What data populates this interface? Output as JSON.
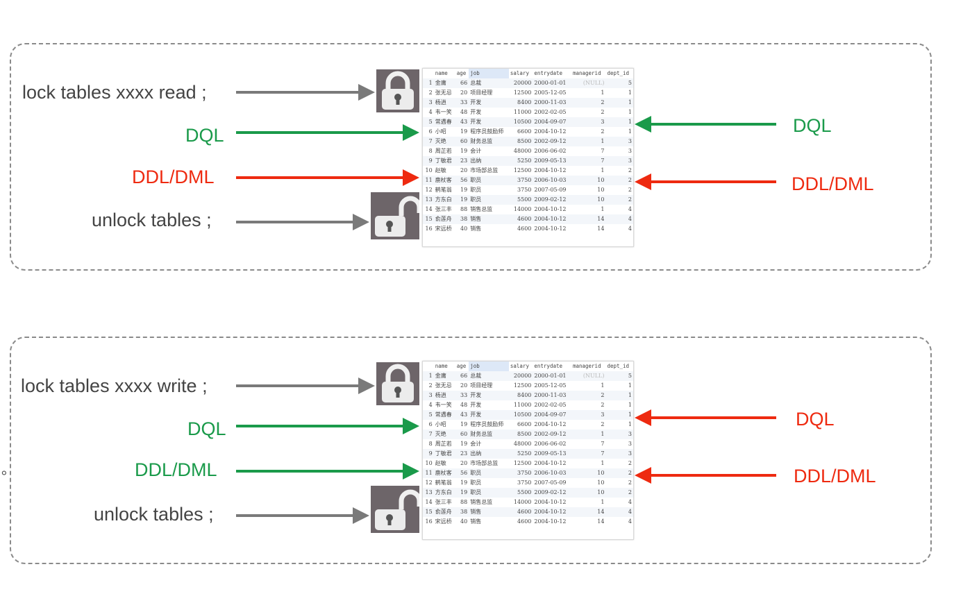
{
  "panels": [
    {
      "lock_cmd": "lock tables xxxx read ;",
      "left_dql": "DQL",
      "left_dml": "DDL/DML",
      "unlock_cmd": "unlock tables ;",
      "right_dql": "DQL",
      "right_dml": "DDL/DML",
      "colors": {
        "left_dql": "#1a9a4a",
        "left_dml": "#ee2a10",
        "right_dql": "#1a9a4a",
        "right_dml": "#ee2a10"
      }
    },
    {
      "lock_cmd": "lock tables xxxx write ;",
      "left_dql": "DQL",
      "left_dml": "DDL/DML",
      "unlock_cmd": "unlock tables ;",
      "right_dql": "DQL",
      "right_dml": "DDL/DML",
      "colors": {
        "left_dql": "#1a9a4a",
        "left_dml": "#1a9a4a",
        "right_dql": "#ee2a10",
        "right_dml": "#ee2a10"
      }
    }
  ],
  "stray_mark": "。",
  "table": {
    "headers": [
      "name",
      "age",
      "job",
      "salary",
      "entrydate",
      "managerid",
      "dept_id"
    ],
    "rows": [
      [
        "1",
        "金庸",
        "66",
        "总裁",
        "20000",
        "2000-01-01",
        "(NULL)",
        "5"
      ],
      [
        "2",
        "张无忌",
        "20",
        "项目经理",
        "12500",
        "2005-12-05",
        "1",
        "1"
      ],
      [
        "3",
        "杨逍",
        "33",
        "开发",
        "8400",
        "2000-11-03",
        "2",
        "1"
      ],
      [
        "4",
        "韦一笑",
        "48",
        "开发",
        "11000",
        "2002-02-05",
        "2",
        "1"
      ],
      [
        "5",
        "常遇春",
        "43",
        "开发",
        "10500",
        "2004-09-07",
        "3",
        "1"
      ],
      [
        "6",
        "小昭",
        "19",
        "程序员鼓励师",
        "6600",
        "2004-10-12",
        "2",
        "1"
      ],
      [
        "7",
        "灭绝",
        "60",
        "财务总监",
        "8500",
        "2002-09-12",
        "1",
        "3"
      ],
      [
        "8",
        "周芷若",
        "19",
        "会计",
        "48000",
        "2006-06-02",
        "7",
        "3"
      ],
      [
        "9",
        "丁敏君",
        "23",
        "出纳",
        "5250",
        "2009-05-13",
        "7",
        "3"
      ],
      [
        "10",
        "赵敏",
        "20",
        "市场部总监",
        "12500",
        "2004-10-12",
        "1",
        "2"
      ],
      [
        "11",
        "鹿杖客",
        "56",
        "职员",
        "3750",
        "2006-10-03",
        "10",
        "2"
      ],
      [
        "12",
        "鹤笔翁",
        "19",
        "职员",
        "3750",
        "2007-05-09",
        "10",
        "2"
      ],
      [
        "13",
        "方东白",
        "19",
        "职员",
        "5500",
        "2009-02-12",
        "10",
        "2"
      ],
      [
        "14",
        "张三丰",
        "88",
        "销售总监",
        "14000",
        "2004-10-12",
        "1",
        "4"
      ],
      [
        "15",
        "俞莲舟",
        "38",
        "销售",
        "4600",
        "2004-10-12",
        "14",
        "4"
      ],
      [
        "16",
        "宋远桥",
        "40",
        "销售",
        "4600",
        "2004-10-12",
        "14",
        "4"
      ]
    ]
  }
}
